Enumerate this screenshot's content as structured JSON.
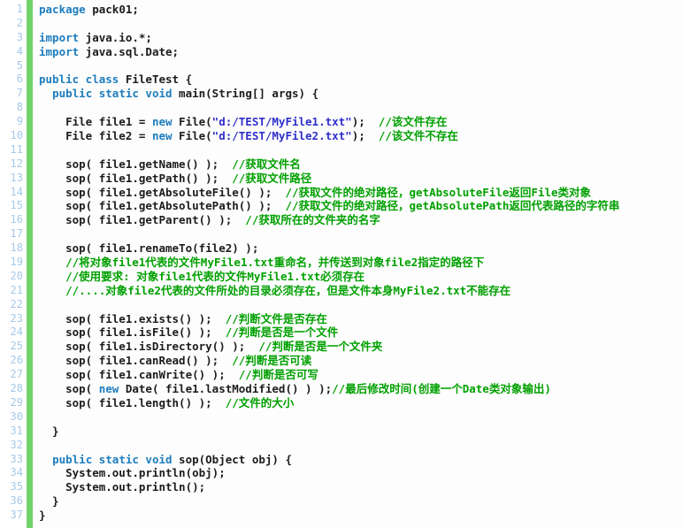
{
  "editor": {
    "colors": {
      "background": "#fdfdfd",
      "gutter_background": "#ffffff",
      "line_number": "#a6c8e8",
      "gutter_bar": "#6fd36a",
      "keyword": "#1d7dbe",
      "string": "#2e2ecb",
      "comment": "#00a000",
      "plain": "#1c1c1c"
    },
    "lines": [
      {
        "num": 1,
        "tokens": [
          {
            "t": "k",
            "v": "package"
          },
          {
            "t": "p",
            "v": " pack01;"
          }
        ]
      },
      {
        "num": 2,
        "tokens": []
      },
      {
        "num": 3,
        "tokens": [
          {
            "t": "k",
            "v": "import"
          },
          {
            "t": "p",
            "v": " java.io.*;"
          }
        ]
      },
      {
        "num": 4,
        "tokens": [
          {
            "t": "k",
            "v": "import"
          },
          {
            "t": "p",
            "v": " java.sql.Date;"
          }
        ]
      },
      {
        "num": 5,
        "tokens": []
      },
      {
        "num": 6,
        "tokens": [
          {
            "t": "k",
            "v": "public class"
          },
          {
            "t": "p",
            "v": " FileTest {"
          }
        ]
      },
      {
        "num": 7,
        "tokens": [
          {
            "t": "p",
            "v": "  "
          },
          {
            "t": "k",
            "v": "public static void"
          },
          {
            "t": "p",
            "v": " main(String[] args) {"
          }
        ]
      },
      {
        "num": 8,
        "tokens": []
      },
      {
        "num": 9,
        "tokens": [
          {
            "t": "p",
            "v": "    File file1 = "
          },
          {
            "t": "k",
            "v": "new"
          },
          {
            "t": "p",
            "v": " File("
          },
          {
            "t": "s",
            "v": "\"d:/TEST/MyFile1.txt\""
          },
          {
            "t": "p",
            "v": ");  "
          },
          {
            "t": "c",
            "v": "//该文件存在"
          }
        ]
      },
      {
        "num": 10,
        "tokens": [
          {
            "t": "p",
            "v": "    File file2 = "
          },
          {
            "t": "k",
            "v": "new"
          },
          {
            "t": "p",
            "v": " File("
          },
          {
            "t": "s",
            "v": "\"d:/TEST/MyFile2.txt\""
          },
          {
            "t": "p",
            "v": ");  "
          },
          {
            "t": "c",
            "v": "//该文件不存在"
          }
        ]
      },
      {
        "num": 11,
        "tokens": []
      },
      {
        "num": 12,
        "tokens": [
          {
            "t": "p",
            "v": "    sop( file1.getName() );  "
          },
          {
            "t": "c",
            "v": "//获取文件名"
          }
        ]
      },
      {
        "num": 13,
        "tokens": [
          {
            "t": "p",
            "v": "    sop( file1.getPath() );  "
          },
          {
            "t": "c",
            "v": "//获取文件路径"
          }
        ]
      },
      {
        "num": 14,
        "tokens": [
          {
            "t": "p",
            "v": "    sop( file1.getAbsoluteFile() );  "
          },
          {
            "t": "c",
            "v": "//获取文件的绝对路径，getAbsoluteFile返回File类对象"
          }
        ]
      },
      {
        "num": 15,
        "tokens": [
          {
            "t": "p",
            "v": "    sop( file1.getAbsolutePath() );  "
          },
          {
            "t": "c",
            "v": "//获取文件的绝对路径，getAbsolutePath返回代表路径的字符串"
          }
        ]
      },
      {
        "num": 16,
        "tokens": [
          {
            "t": "p",
            "v": "    sop( file1.getParent() );  "
          },
          {
            "t": "c",
            "v": "//获取所在的文件夹的名字"
          }
        ]
      },
      {
        "num": 17,
        "tokens": []
      },
      {
        "num": 18,
        "tokens": [
          {
            "t": "p",
            "v": "    sop( file1.renameTo(file2) );"
          }
        ]
      },
      {
        "num": 19,
        "tokens": [
          {
            "t": "p",
            "v": "    "
          },
          {
            "t": "c",
            "v": "//将对象file1代表的文件MyFile1.txt重命名，并传送到对象file2指定的路径下"
          }
        ]
      },
      {
        "num": 20,
        "tokens": [
          {
            "t": "p",
            "v": "    "
          },
          {
            "t": "c",
            "v": "//使用要求: 对象file1代表的文件MyFile1.txt必须存在"
          }
        ]
      },
      {
        "num": 21,
        "tokens": [
          {
            "t": "p",
            "v": "    "
          },
          {
            "t": "c",
            "v": "//....对象file2代表的文件所处的目录必须存在，但是文件本身MyFile2.txt不能存在"
          }
        ]
      },
      {
        "num": 22,
        "tokens": []
      },
      {
        "num": 23,
        "tokens": [
          {
            "t": "p",
            "v": "    sop( file1.exists() );  "
          },
          {
            "t": "c",
            "v": "//判断文件是否存在"
          }
        ]
      },
      {
        "num": 24,
        "tokens": [
          {
            "t": "p",
            "v": "    sop( file1.isFile() );  "
          },
          {
            "t": "c",
            "v": "//判断是否是一个文件"
          }
        ]
      },
      {
        "num": 25,
        "tokens": [
          {
            "t": "p",
            "v": "    sop( file1.isDirectory() );  "
          },
          {
            "t": "c",
            "v": "//判断是否是一个文件夹"
          }
        ]
      },
      {
        "num": 26,
        "tokens": [
          {
            "t": "p",
            "v": "    sop( file1.canRead() );  "
          },
          {
            "t": "c",
            "v": "//判断是否可读"
          }
        ]
      },
      {
        "num": 27,
        "tokens": [
          {
            "t": "p",
            "v": "    sop( file1.canWrite() );  "
          },
          {
            "t": "c",
            "v": "//判断是否可写"
          }
        ]
      },
      {
        "num": 28,
        "tokens": [
          {
            "t": "p",
            "v": "    sop( "
          },
          {
            "t": "k",
            "v": "new"
          },
          {
            "t": "p",
            "v": " Date( file1.lastModified() ) );"
          },
          {
            "t": "c",
            "v": "//最后修改时间(创建一个Date类对象输出)"
          }
        ]
      },
      {
        "num": 29,
        "tokens": [
          {
            "t": "p",
            "v": "    sop( file1.length() );  "
          },
          {
            "t": "c",
            "v": "//文件的大小"
          }
        ]
      },
      {
        "num": 30,
        "tokens": []
      },
      {
        "num": 31,
        "tokens": [
          {
            "t": "p",
            "v": "  }"
          }
        ]
      },
      {
        "num": 32,
        "tokens": []
      },
      {
        "num": 33,
        "tokens": [
          {
            "t": "p",
            "v": "  "
          },
          {
            "t": "k",
            "v": "public static void"
          },
          {
            "t": "p",
            "v": " sop(Object obj) {"
          }
        ]
      },
      {
        "num": 34,
        "tokens": [
          {
            "t": "p",
            "v": "    System.out.println(obj);"
          }
        ]
      },
      {
        "num": 35,
        "tokens": [
          {
            "t": "p",
            "v": "    System.out.println();"
          }
        ]
      },
      {
        "num": 36,
        "tokens": [
          {
            "t": "p",
            "v": "  }"
          }
        ]
      },
      {
        "num": 37,
        "tokens": [
          {
            "t": "p",
            "v": "}"
          }
        ]
      }
    ]
  }
}
